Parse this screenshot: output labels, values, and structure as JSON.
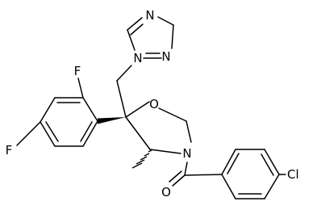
{
  "molecule": {
    "atom_labels": {
      "triazole_n4": "N",
      "triazole_n1": "N",
      "triazole_n2": "N",
      "fluorine_ortho": "F",
      "fluorine_para": "F",
      "ring_oxygen": "O",
      "ring_nitrogen": "N",
      "carbonyl_oxygen": "O",
      "chlorine": "Cl"
    }
  }
}
